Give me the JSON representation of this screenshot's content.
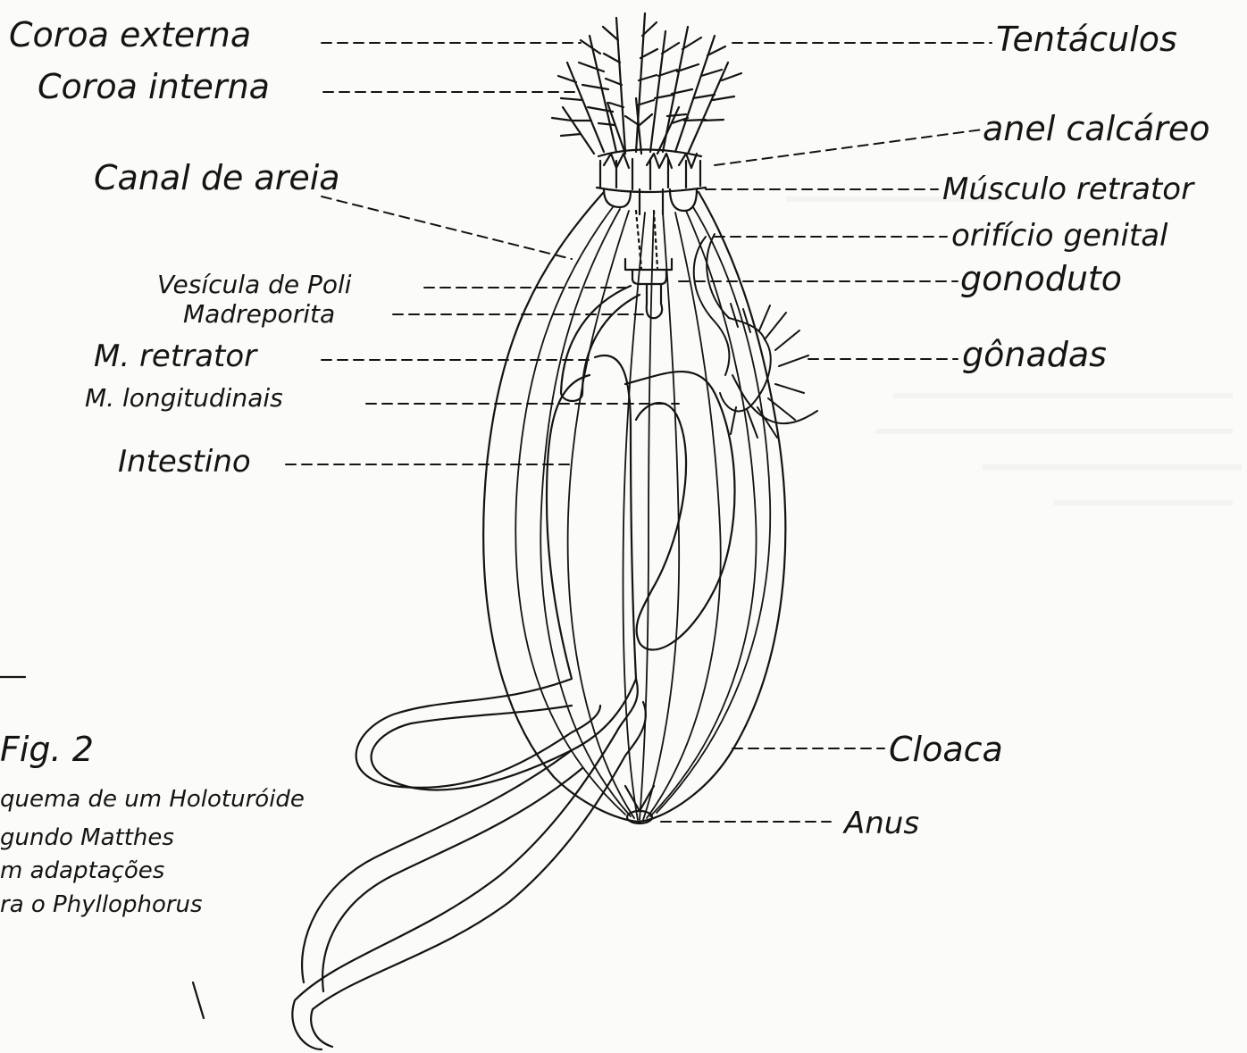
{
  "figure": {
    "labels_left": {
      "coroa_externa": "Coroa externa",
      "coroa_interna": "Coroa interna",
      "canal_de_areia": "Canal de areia",
      "vesicula_de_poli": "Vesícula de Poli",
      "madreporita": "Madreporita",
      "m_retrator": "M. retrator",
      "m_longitudinais": "M. longitudinais",
      "intestino": "Intestino"
    },
    "labels_right": {
      "tentaculos": "Tentáculos",
      "anel_calcareo": "anel calcáreo",
      "musculo_retrator": "Músculo retrator",
      "orificio_genital": "orifício genital",
      "gonoduto": "gonoduto",
      "gonadas": "gônadas",
      "cloaca": "Cloaca",
      "anus": "Anus"
    },
    "caption": {
      "title": "Fig. 2",
      "line1": "quema de um Holoturóide",
      "line2": "gundo Matthes",
      "line3": "m adaptações",
      "line4": "ra o Phyllophorus"
    }
  },
  "colors": {
    "ink": "#141414",
    "paper": "#fbfbf9"
  }
}
